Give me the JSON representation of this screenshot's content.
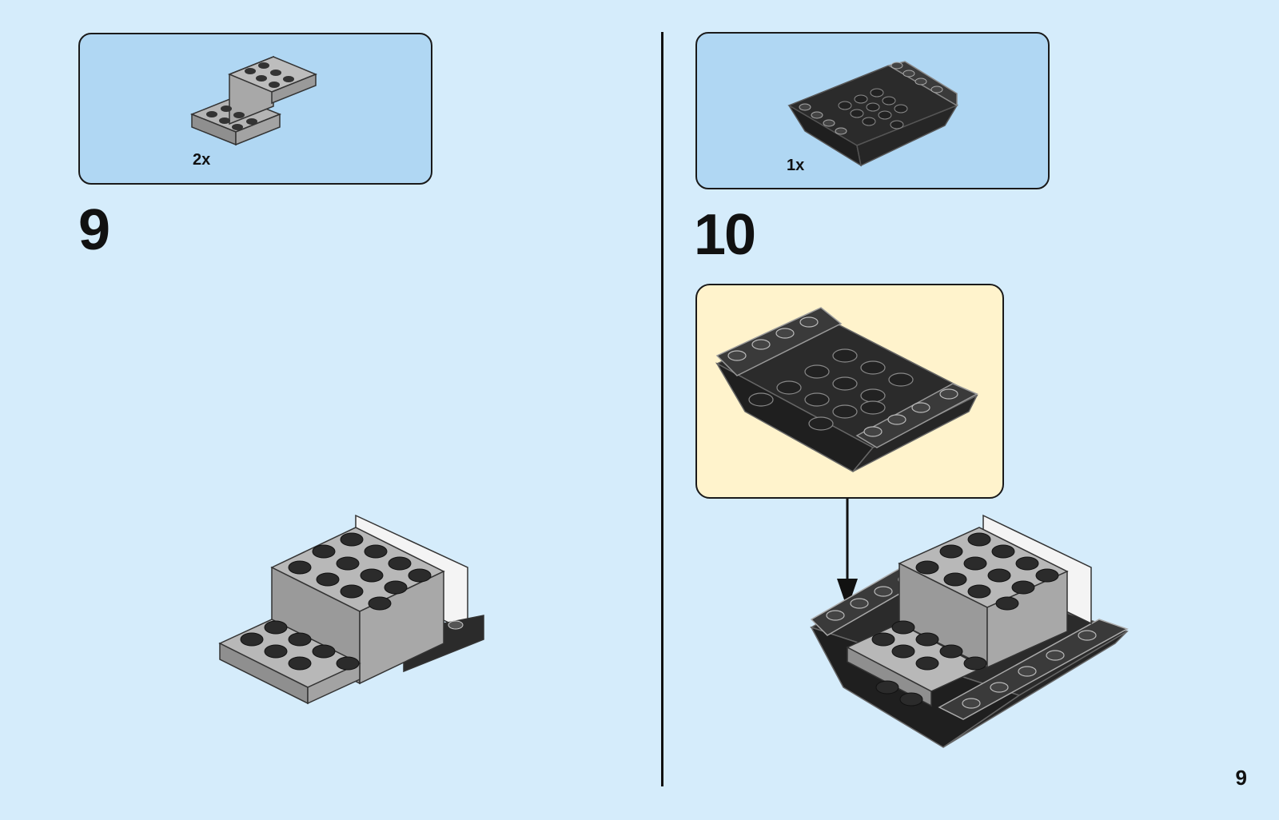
{
  "steps": [
    {
      "number": "9",
      "parts": [
        {
          "quantity": "2x",
          "part": "gray-bracket-brick-icon"
        }
      ]
    },
    {
      "number": "10",
      "parts": [
        {
          "quantity": "1x",
          "part": "black-inverted-slope-plate-icon"
        }
      ]
    }
  ],
  "page_number": "9",
  "colors": {
    "background": "#d5ecfb",
    "parts_box": "#b0d7f3",
    "callout": "#fff3cc",
    "brick_gray": "#a0a0a0",
    "brick_black": "#2b2b2b",
    "brick_white": "#f4f4f4"
  }
}
